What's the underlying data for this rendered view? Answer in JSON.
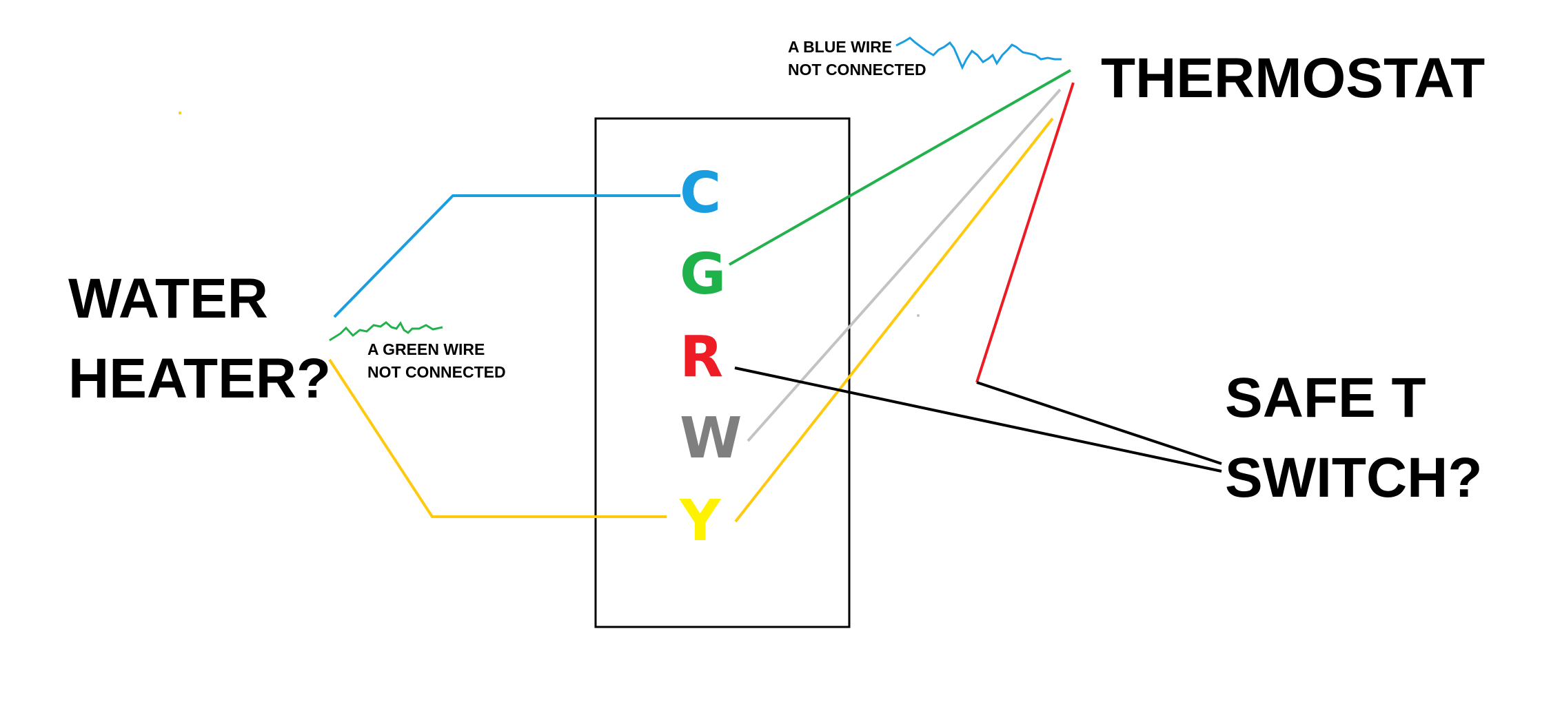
{
  "labels": {
    "thermostat": "THERMOSTAT",
    "water_heater_line1": "WATER",
    "water_heater_line2": "HEATER?",
    "safe_t_line1": "SAFE T",
    "safe_t_line2": "SWITCH?",
    "blue_note_line1": "A BLUE WIRE",
    "blue_note_line2": "NOT CONNECTED",
    "green_note_line1": "A GREEN WIRE",
    "green_note_line2": "NOT CONNECTED"
  },
  "terminals": [
    {
      "letter": "C",
      "color": "#1a9ee0"
    },
    {
      "letter": "G",
      "color": "#1fb24a"
    },
    {
      "letter": "R",
      "color": "#ee1c24"
    },
    {
      "letter": "W",
      "color": "#7f7f7f"
    },
    {
      "letter": "Y",
      "color": "#fff200"
    }
  ],
  "wire_colors": {
    "blue": "#1a9ee0",
    "green": "#22b14c",
    "red": "#ed1c24",
    "gray": "#c3c3c3",
    "yellow": "#ffc90e",
    "black": "#000000"
  }
}
